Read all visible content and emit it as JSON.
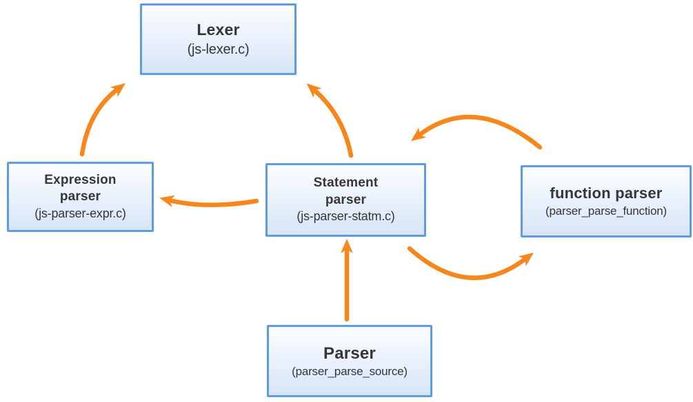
{
  "nodes": {
    "lexer": {
      "title1": "Lexer",
      "subtitle": "(js-lexer.c)"
    },
    "expression_parser": {
      "title1": "Expression",
      "title2": "parser",
      "subtitle": "(js-parser-expr.c)"
    },
    "statement_parser": {
      "title1": "Statement",
      "title2": "parser",
      "subtitle": "(js-parser-statm.c)"
    },
    "function_parser": {
      "title1": "function parser",
      "subtitle": "(parser_parse_function)"
    },
    "parser": {
      "title1": "Parser",
      "subtitle": "(parser_parse_source)"
    }
  },
  "edges": [
    {
      "from": "parser",
      "to": "statement_parser"
    },
    {
      "from": "statement_parser",
      "to": "expression_parser"
    },
    {
      "from": "statement_parser",
      "to": "lexer"
    },
    {
      "from": "expression_parser",
      "to": "lexer"
    },
    {
      "from": "statement_parser",
      "to": "function_parser"
    },
    {
      "from": "function_parser",
      "to": "statement_parser"
    }
  ],
  "colors": {
    "arrow": "#F7871D",
    "box_border": "#5B9CE3",
    "box_fill_top": "#FBFDFF",
    "box_fill_bottom": "#D7E5F7",
    "text": "#363636"
  }
}
